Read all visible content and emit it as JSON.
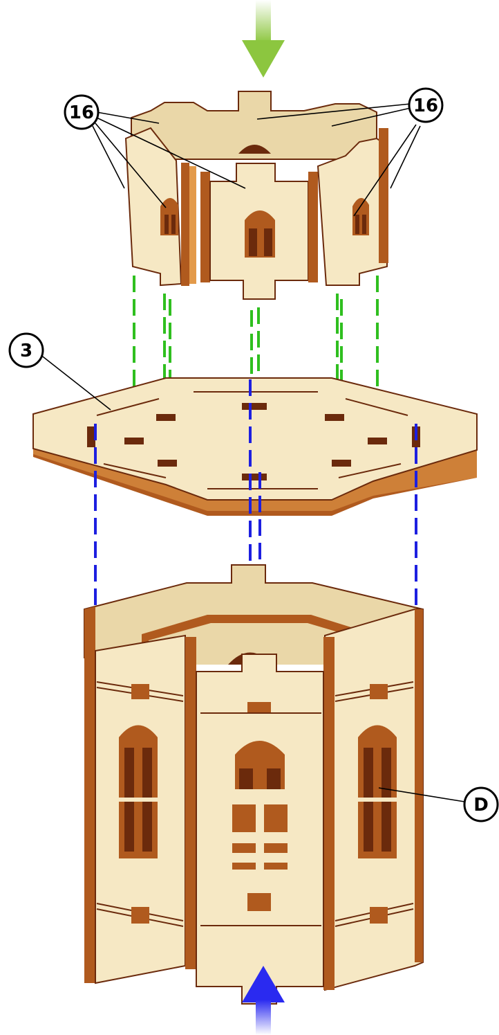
{
  "diagram": {
    "callouts": {
      "c16_left": "16",
      "c16_right": "16",
      "c3": "3",
      "cD": "D"
    },
    "colors": {
      "wood_face": "#f6e8c4",
      "wood_face_shade": "#ead7a8",
      "wood_edge": "#b05a1e",
      "wood_edge_light": "#e39a4a",
      "wood_dark": "#6b2a0c",
      "green_guide": "#2fbf1f",
      "blue_guide": "#1d1fe0",
      "green_arrow": "#8cc63f",
      "blue_arrow": "#2a2af0",
      "callout_stroke": "#000000"
    },
    "icons": {
      "top_arrow": "arrow-down-icon",
      "bottom_arrow": "arrow-up-icon"
    }
  }
}
